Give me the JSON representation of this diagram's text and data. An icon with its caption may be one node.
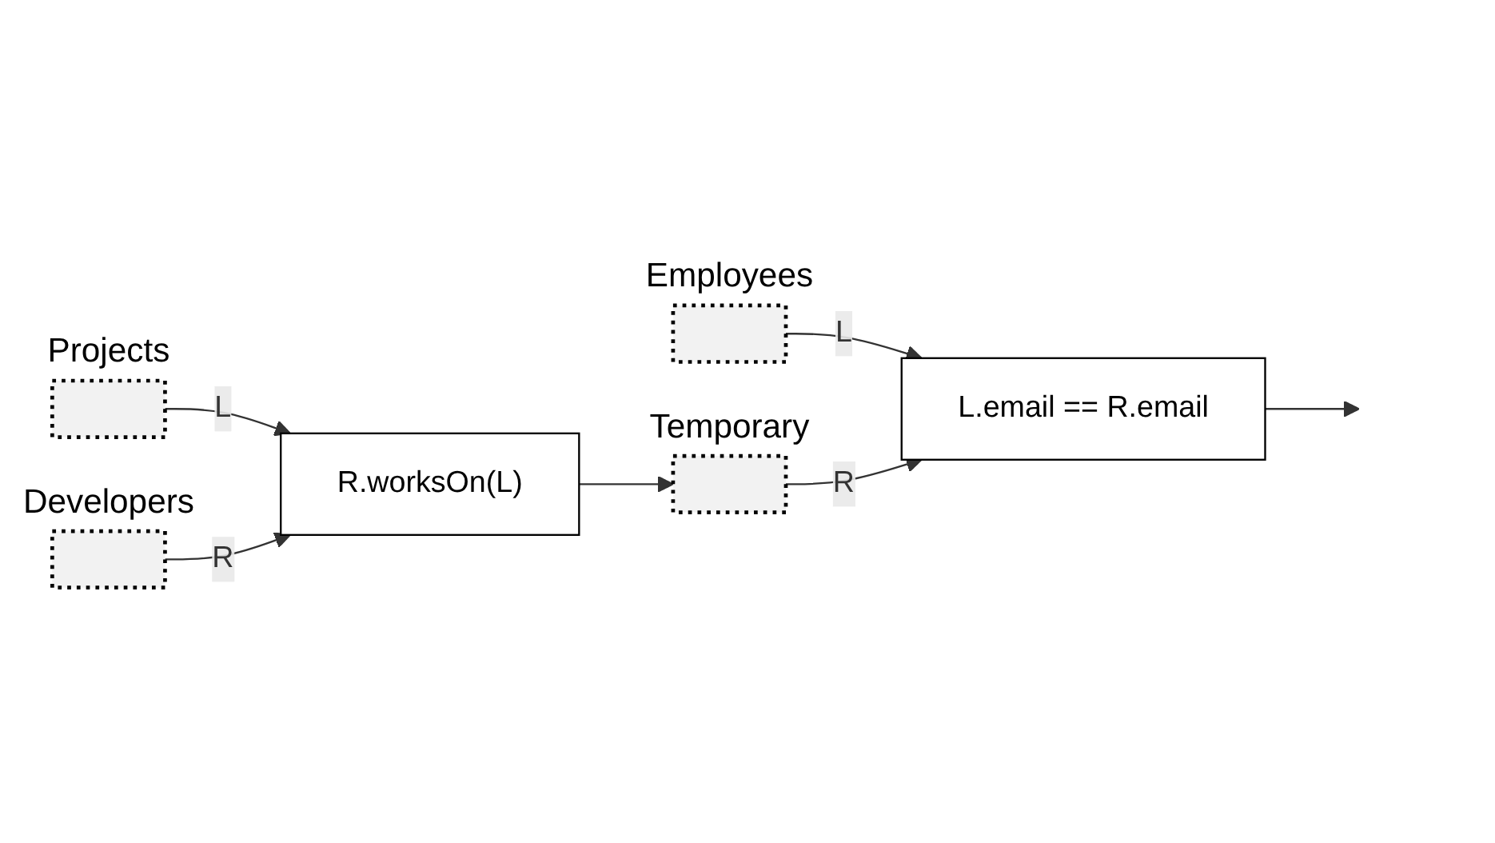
{
  "diagram": {
    "nodes": [
      {
        "text": [],
        "shape": "bar",
        "beside": [
          "Projects"
        ]
      },
      {
        "text": [],
        "shape": "bar",
        "beside": [
          "Developers"
        ]
      },
      {
        "text": [
          "R.worksOn(L)"
        ]
      },
      {
        "text": [],
        "shape": "bar",
        "beside": [
          "Employees"
        ]
      },
      {
        "text": [],
        "shape": "bar",
        "beside": [
          "Temporary"
        ]
      },
      {
        "text": [
          "L.email == R.email"
        ]
      }
    ],
    "edges": [
      {
        "from": 0,
        "to": 2,
        "arrow": "to",
        "label": "L"
      },
      {
        "from": 1,
        "to": 2,
        "arrow": "to",
        "label": "R"
      },
      {
        "from": 2,
        "to": 4,
        "arrow": "to"
      },
      {
        "from": 3,
        "to": 5,
        "arrow": "to",
        "label": "L"
      },
      {
        "from": 4,
        "to": 5,
        "arrow": "to",
        "label": "R"
      },
      {
        "from": 5,
        "to": null,
        "arrow": "to"
      }
    ]
  }
}
